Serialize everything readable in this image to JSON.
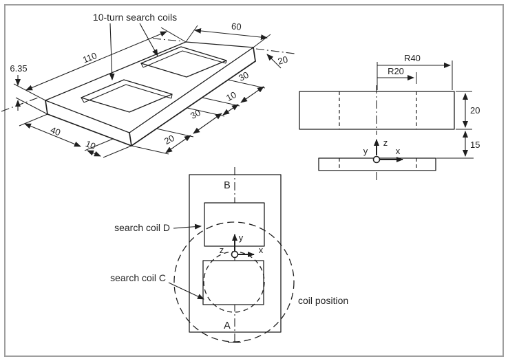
{
  "colors": {
    "ink": "#1f1f1f",
    "frame_border": "#9e9e9e",
    "background": "#ffffff"
  },
  "iso_view": {
    "label_search_coils": "10-turn search coils",
    "dim_length": "110",
    "dim_width_back": "60",
    "dim_thickness": "6.35",
    "dim_40": "40",
    "dim_10_front": "10",
    "dims_right_edge": [
      "20",
      "30",
      "10",
      "30"
    ],
    "dim_20_far": "20"
  },
  "side_view": {
    "dim_radius_outer": "R40",
    "dim_radius_inner": "R20",
    "dim_thickness": "20",
    "dim_gap": "15",
    "axis": {
      "x": "x",
      "y": "y",
      "z": "z"
    }
  },
  "plan_view": {
    "point_top": "B",
    "point_bottom": "A",
    "label_coil_d": "search coil D",
    "label_coil_c": "search coil C",
    "label_coil_position": "coil position",
    "axis": {
      "x": "x",
      "y": "y",
      "z": "z"
    }
  }
}
